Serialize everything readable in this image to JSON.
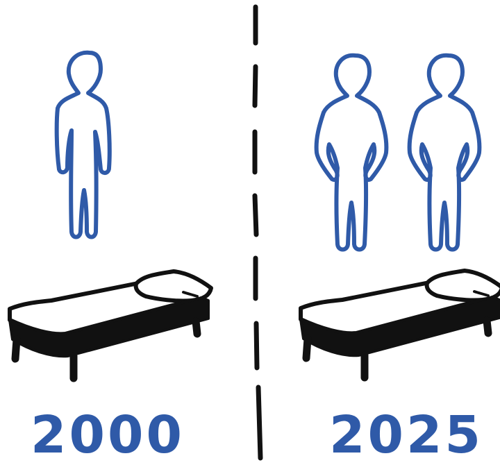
{
  "years": {
    "before": "2000",
    "after": "2025"
  },
  "panels": {
    "before": {
      "people_count": 1,
      "beds_count": 1
    },
    "after": {
      "people_count": 2,
      "beds_count": 1
    }
  },
  "colors": {
    "person_stroke": "#2f5aa8",
    "year_text": "#2f5aa8",
    "ink": "#111111",
    "background": "#ffffff"
  },
  "icons": [
    "person-icon",
    "bed-icon",
    "divider-line"
  ]
}
